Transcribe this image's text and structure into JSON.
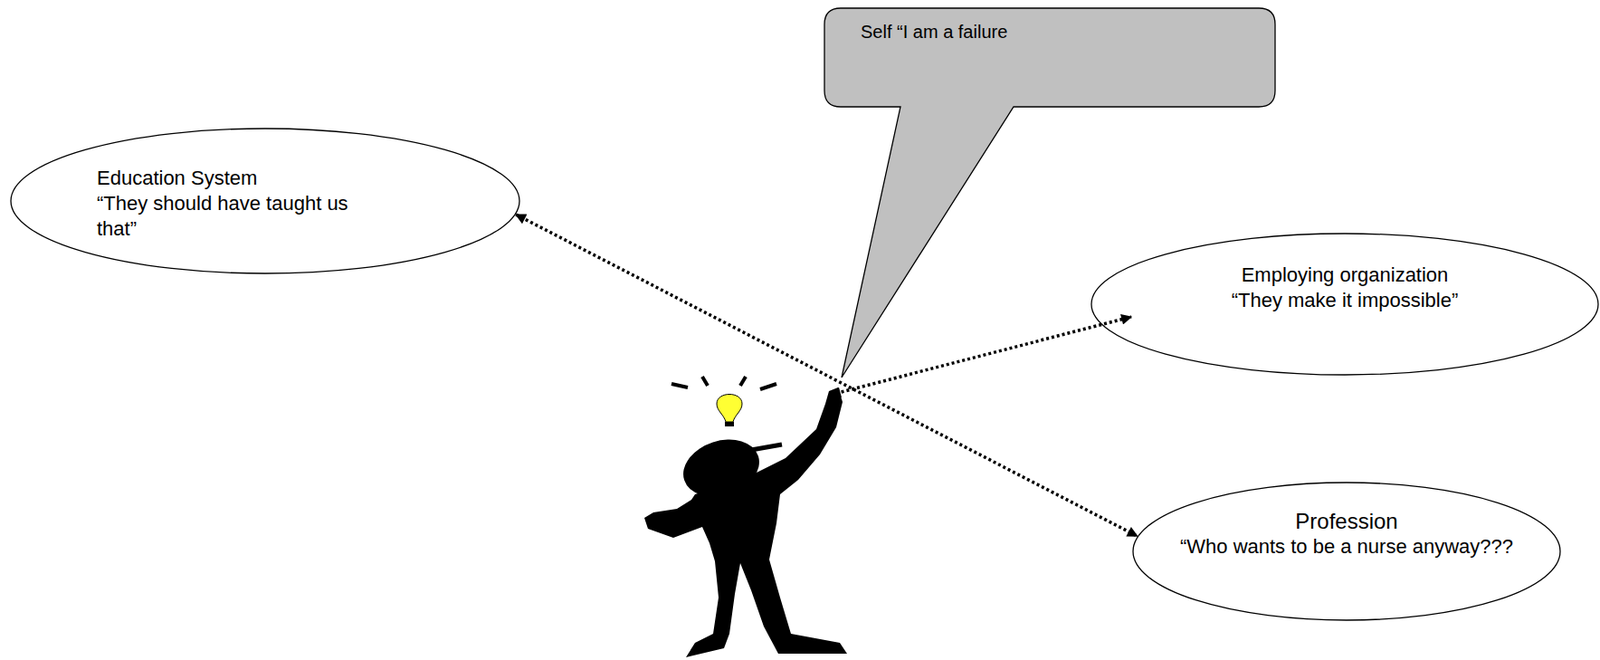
{
  "diagram": {
    "nodes": [
      {
        "text": [
          "Self “I am a failure"
        ]
      },
      {
        "text": [
          "Education System",
          "“They should have taught us that”"
        ]
      },
      {
        "text": [
          "Employing organization",
          "“They make it impossible”"
        ]
      },
      {
        "text": [
          "Profession",
          "“Who wants to be a nurse anyway???"
        ]
      }
    ],
    "edges": [
      {
        "from": 1,
        "to": 3,
        "arrow": "both"
      }
    ]
  }
}
